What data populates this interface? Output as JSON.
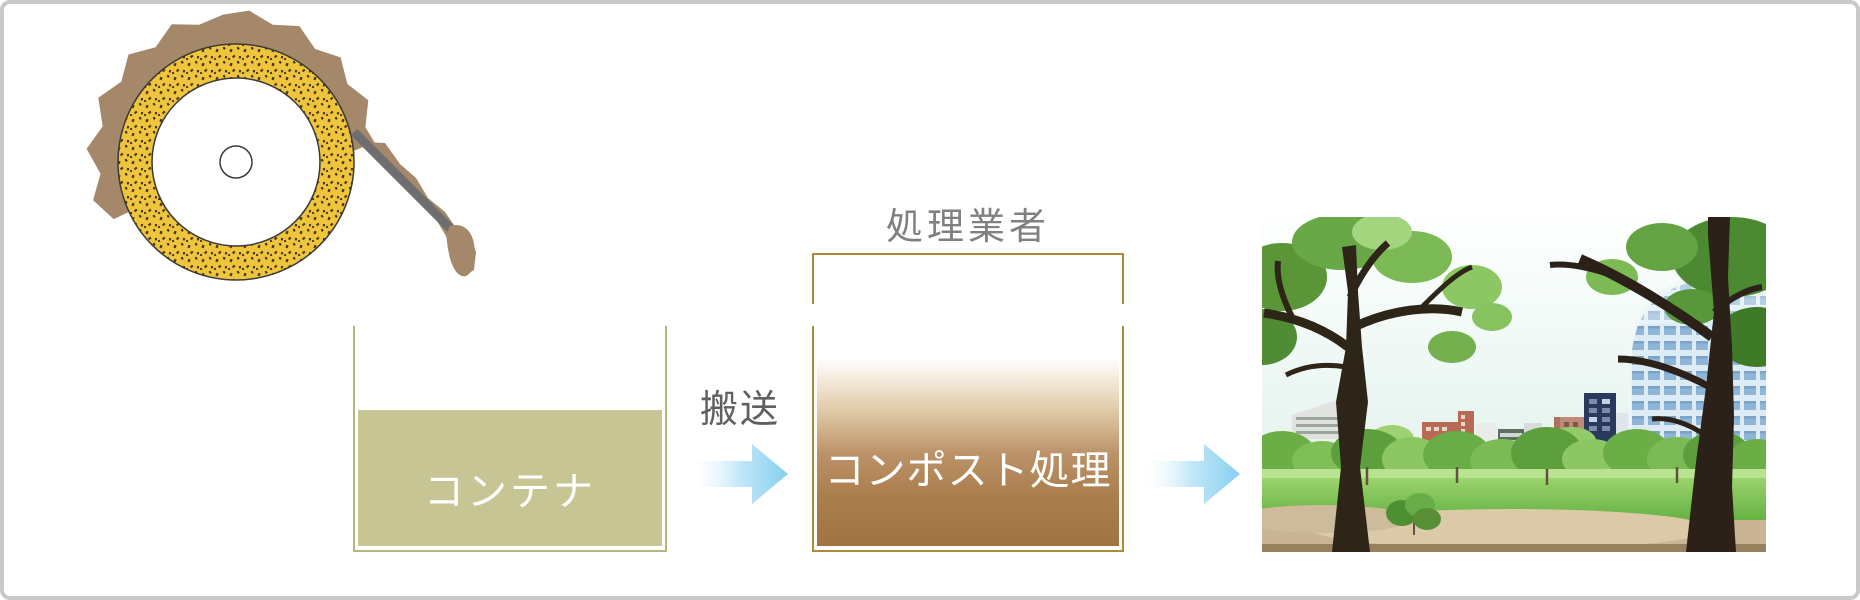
{
  "diagram_title": "compost-process-flow",
  "drum": {
    "name": "rotary-composting-drum",
    "ring_color": "#f0c53e",
    "grain_color": "#4a3a15",
    "compost_color": "#a5876a",
    "rod_color": "#6e6e6e",
    "outline_color": "#3a3a3a"
  },
  "container": {
    "label": "コンテナ",
    "label_color": "#ffffff",
    "fill_color": "#c6c593",
    "border_color": "#b5b47c"
  },
  "transport": {
    "label": "搬送",
    "label_color": "#606060",
    "arrow_color_start": "#ffffff",
    "arrow_color_end": "#85cfef"
  },
  "processor": {
    "title": "処理業者",
    "title_color": "#808080",
    "label": "コンポスト処理",
    "label_color": "#ffffff",
    "border_color": "#ad8b3d",
    "fill_top": "#ffffff",
    "fill_bottom": "#a17442"
  },
  "photo": {
    "name": "city-park-photo",
    "sky_color": "#e7f3ee",
    "grass_color": "#6cb447",
    "glass_building_color": "#8fb6d6"
  },
  "frame": {
    "border_color": "#c9c9c9",
    "background": "#ffffff"
  }
}
